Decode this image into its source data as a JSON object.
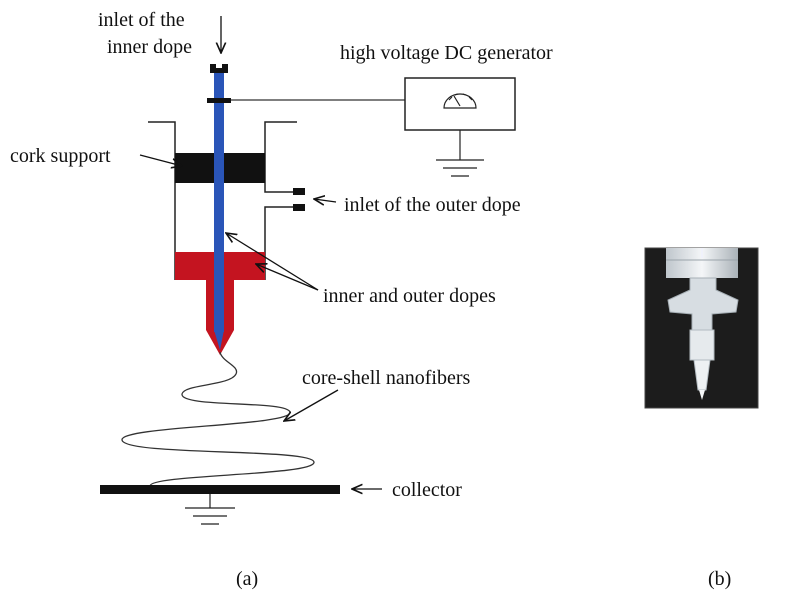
{
  "labels": {
    "inner_inlet_line1": "inlet of the",
    "inner_inlet_line2": "inner dope",
    "generator": "high voltage DC generator",
    "cork": "cork support",
    "outer_inlet": "inlet of the outer dope",
    "dopes": "inner and outer dopes",
    "nanofibers": "core-shell nanofibers",
    "collector": "collector",
    "panel_a": "(a)",
    "panel_b": "(b)"
  },
  "colors": {
    "inner_needle": "#2a55b8",
    "outer_dope": "#c41420",
    "cork": "#111111",
    "photo_background": "#1c1c1c"
  }
}
